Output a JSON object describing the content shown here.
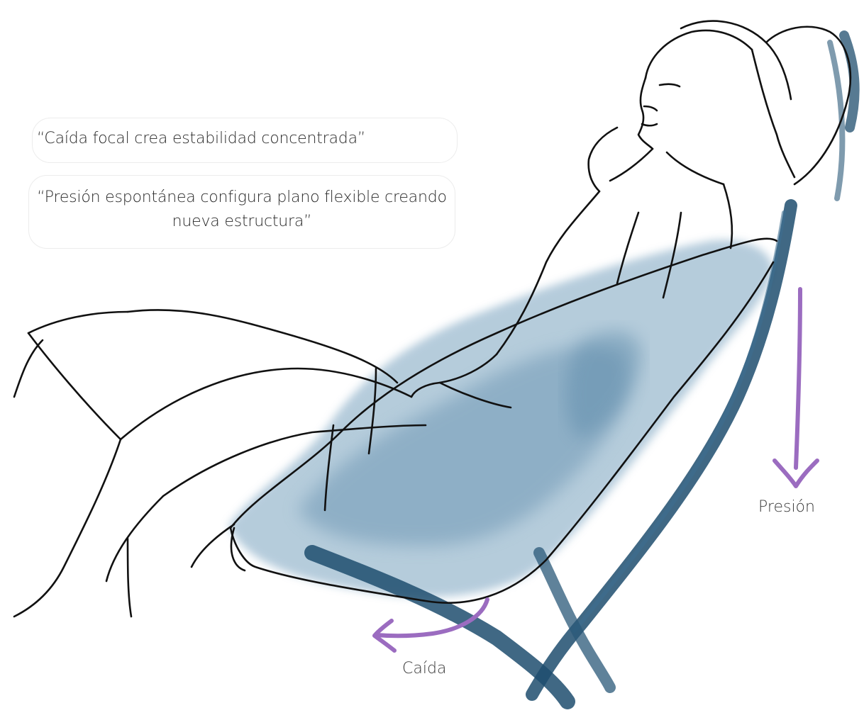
{
  "quotes": [
    {
      "text": "“Caída focal crea estabilidad concentrada”"
    },
    {
      "text": "“Presión espontánea configura plano flexible creando nueva estructura”"
    }
  ],
  "arrow_labels": {
    "presion": "Presión",
    "caida": "Caída"
  },
  "colors": {
    "line_ink": "#111111",
    "seat_wash": "#7fa3bd",
    "frame_ink": "#1f4e6e",
    "arrow": "#9b6cc0",
    "box_border": "#ececec"
  }
}
